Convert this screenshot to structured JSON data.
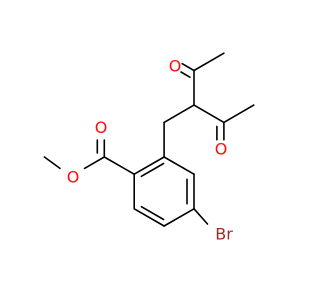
{
  "molecule": {
    "atoms": {
      "o_ketone_top": {
        "symbol": "O",
        "color": "#ff0d0d"
      },
      "o_ketone_bottom": {
        "symbol": "O",
        "color": "#ff0d0d"
      },
      "o_carbonyl": {
        "symbol": "O",
        "color": "#ff0d0d"
      },
      "o_ether": {
        "symbol": "O",
        "color": "#ff0d0d"
      },
      "br": {
        "symbol": "Br",
        "color": "#a62929"
      }
    },
    "colors": {
      "bond": "#000000",
      "oxygen": "#ff0d0d",
      "bromine": "#a62929",
      "background": "#ffffff"
    }
  }
}
